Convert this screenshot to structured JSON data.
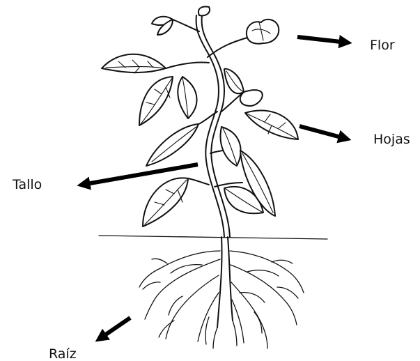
{
  "labels": {
    "flor": "Flor",
    "hojas": "Hojas",
    "tallo": "Tallo",
    "raiz": "Raíz"
  }
}
